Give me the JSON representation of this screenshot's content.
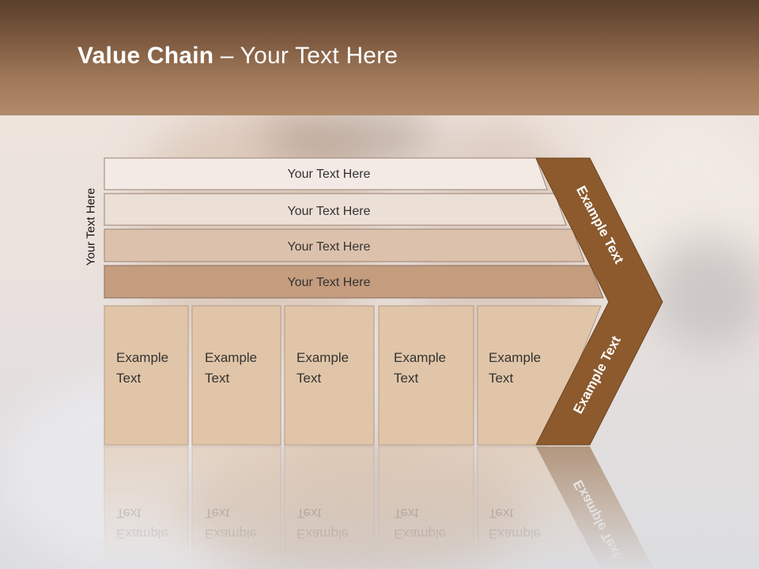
{
  "slide": {
    "title_bold": "Value Chain",
    "title_rest": " – Your Text Here",
    "side_label": "Your Text Here"
  },
  "support_bars": [
    {
      "label": "Your Text Here",
      "fill": "#f4eae5"
    },
    {
      "label": "Your Text Here",
      "fill": "#ecdfd5"
    },
    {
      "label": "Your Text Here",
      "fill": "#dcc2ad"
    },
    {
      "label": "Your Text Here",
      "fill": "#c49c7e"
    }
  ],
  "primary_columns": [
    {
      "line1": "Example",
      "line2": "Text"
    },
    {
      "line1": "Example",
      "line2": "Text"
    },
    {
      "line1": "Example",
      "line2": "Text"
    },
    {
      "line1": "Example",
      "line2": "Text"
    },
    {
      "line1": "Example",
      "line2": "Text"
    }
  ],
  "arrow": {
    "upper_label": "Example Text",
    "lower_label": "Example Text",
    "color": "#8c5a2c"
  },
  "colors": {
    "column_fill": "#e1c5a8",
    "header_dark": "#5a3f2b",
    "header_light": "#b08a6a"
  }
}
